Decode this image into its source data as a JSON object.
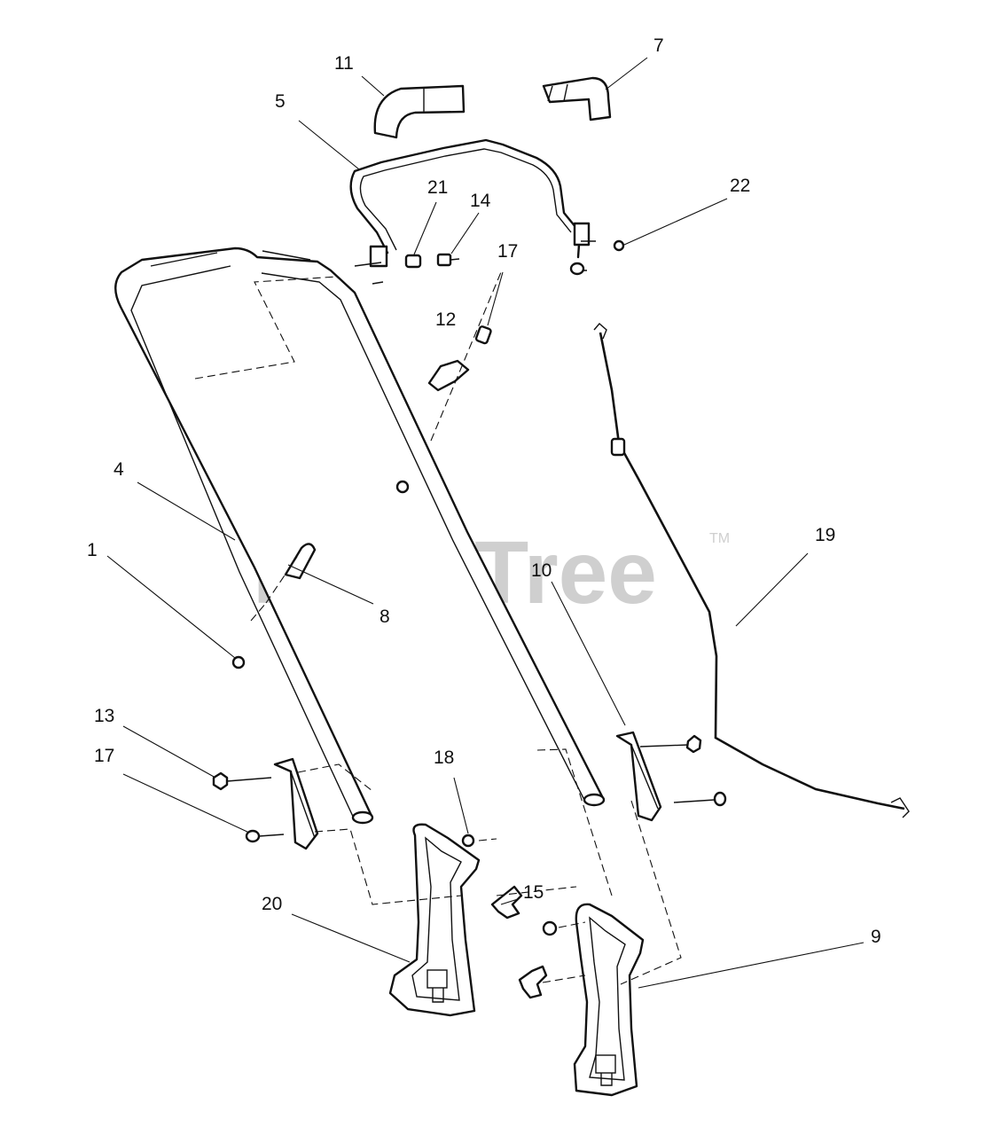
{
  "watermark": {
    "brand": "PartsTree",
    "trademark": "TM"
  },
  "callouts": [
    {
      "id": "c11",
      "label": "11"
    },
    {
      "id": "c7",
      "label": "7"
    },
    {
      "id": "c5",
      "label": "5"
    },
    {
      "id": "c21",
      "label": "21"
    },
    {
      "id": "c14",
      "label": "14"
    },
    {
      "id": "c22",
      "label": "22"
    },
    {
      "id": "c17a",
      "label": "17"
    },
    {
      "id": "c12",
      "label": "12"
    },
    {
      "id": "c4",
      "label": "4"
    },
    {
      "id": "c1",
      "label": "1"
    },
    {
      "id": "c8",
      "label": "8"
    },
    {
      "id": "c10",
      "label": "10"
    },
    {
      "id": "c19",
      "label": "19"
    },
    {
      "id": "c13",
      "label": "13"
    },
    {
      "id": "c17b",
      "label": "17"
    },
    {
      "id": "c18",
      "label": "18"
    },
    {
      "id": "c15",
      "label": "15"
    },
    {
      "id": "c20",
      "label": "20"
    },
    {
      "id": "c9",
      "label": "9"
    }
  ]
}
